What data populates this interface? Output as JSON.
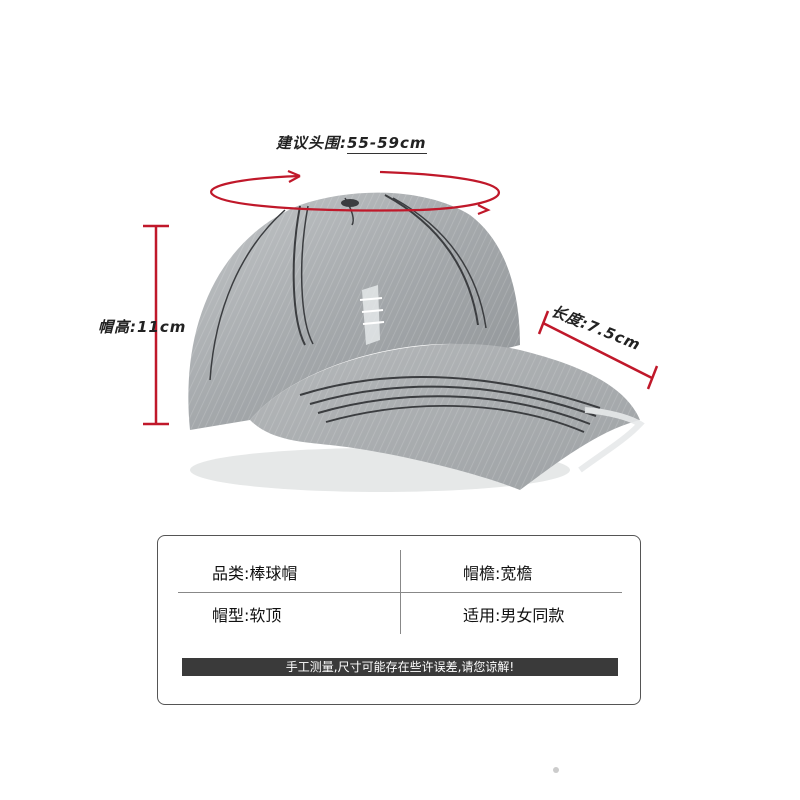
{
  "measurements": {
    "circumference_label": "建议头围:",
    "circumference_value": "55-59cm",
    "height_label": "帽高:",
    "height_value": "11cm",
    "brim_label": "长度:",
    "brim_value": "7.5cm"
  },
  "specs": {
    "category": "品类:棒球帽",
    "brim_type": "帽檐:宽檐",
    "crown_type": "帽型:软顶",
    "suitable_for": "适用:男女同款"
  },
  "notice": "手工测量,尺寸可能存在些许误差,请您谅解!",
  "colors": {
    "accent_red": "#c0182a",
    "cap_gray": "#a9adb0",
    "stitch_dark": "#3b3d40"
  }
}
